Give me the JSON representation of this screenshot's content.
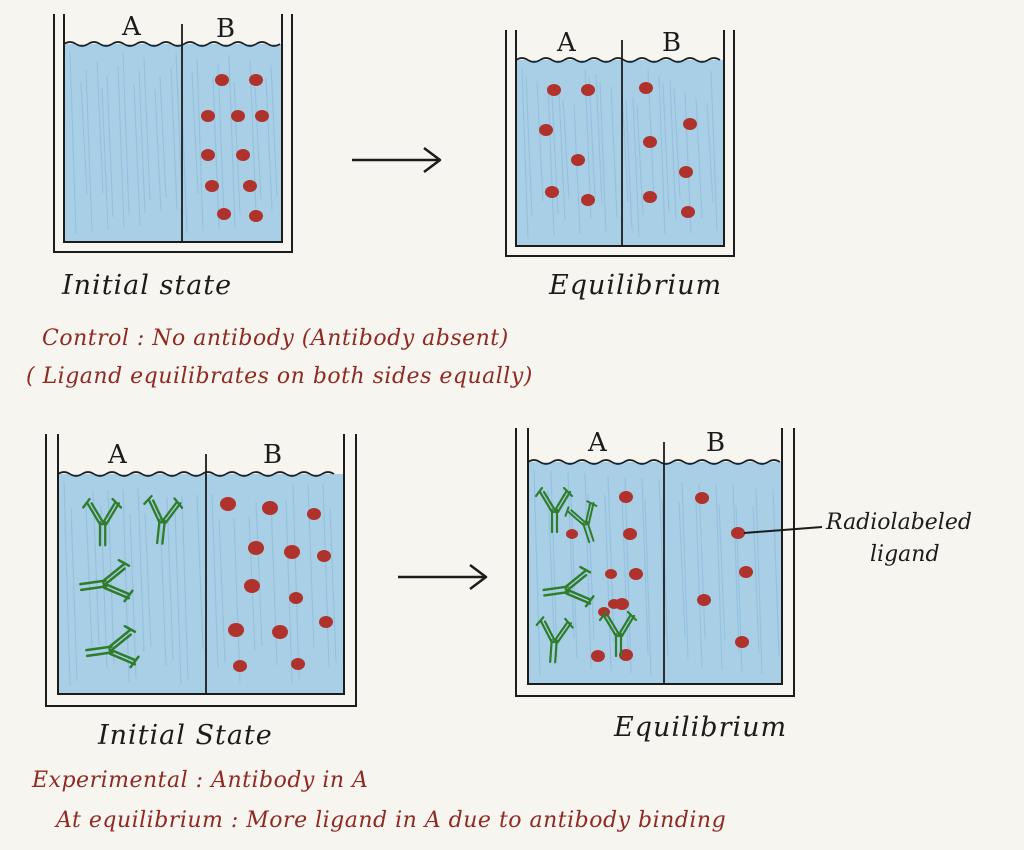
{
  "colors": {
    "water": "#a9cfe6",
    "water_streak": "#7fb2d6",
    "ligand": "#b0322c",
    "antibody": "#2f7d2b",
    "ink": "#1c1c1c",
    "caption": "#8e2a22"
  },
  "control": {
    "initial": {
      "label_a": "A",
      "label_b": "B",
      "state_label": "Initial state"
    },
    "equilibrium": {
      "label_a": "A",
      "label_b": "B",
      "state_label": "Equilibrium"
    },
    "caption_line1": "Control : No antibody (Antibody absent)",
    "caption_line2": "( Ligand equilibrates on both sides equally)"
  },
  "experimental": {
    "initial": {
      "label_a": "A",
      "label_b": "B",
      "state_label": "Initial State"
    },
    "equilibrium": {
      "label_a": "A",
      "label_b": "B",
      "state_label": "Equilibrium"
    },
    "ligand_callout": [
      "Radiolabeled",
      "ligand"
    ],
    "caption_line1": "Experimental : Antibody in A",
    "caption_line2": "At equilibrium : More ligand in A due to antibody binding"
  }
}
